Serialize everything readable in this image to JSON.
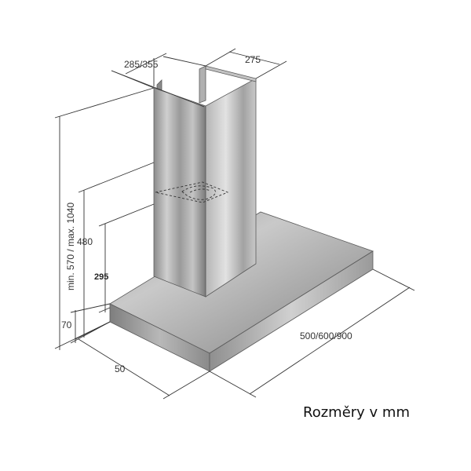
{
  "dimensions": {
    "chimney_depth": "285/355",
    "chimney_width": "275",
    "total_height": "min. 570 / max. 1040",
    "height_480": "480",
    "height_295": "295",
    "height_70": "70",
    "canopy_depth": "50",
    "canopy_width": "500/600/900"
  },
  "caption": "Rozměry v mm",
  "colors": {
    "steel_light": "#d9d9d9",
    "steel_mid": "#a8a8a8",
    "steel_dark": "#6e6e6e",
    "line": "#333333"
  }
}
